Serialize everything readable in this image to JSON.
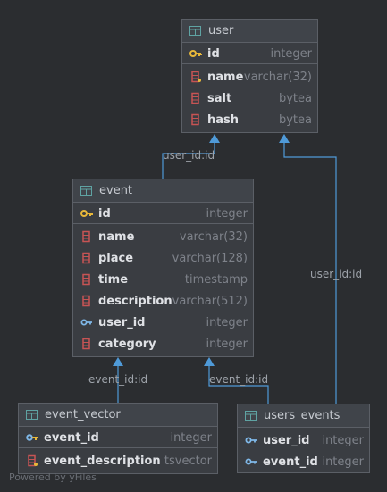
{
  "tables": {
    "user": {
      "name": "user",
      "pk": {
        "name": "id",
        "type": "integer"
      },
      "columns": [
        {
          "name": "name",
          "type": "varchar(32)"
        },
        {
          "name": "salt",
          "type": "bytea"
        },
        {
          "name": "hash",
          "type": "bytea"
        }
      ]
    },
    "event": {
      "name": "event",
      "pk": {
        "name": "id",
        "type": "integer"
      },
      "columns": [
        {
          "name": "name",
          "type": "varchar(32)"
        },
        {
          "name": "place",
          "type": "varchar(128)"
        },
        {
          "name": "time",
          "type": "timestamp"
        },
        {
          "name": "description",
          "type": "varchar(512)"
        },
        {
          "name": "user_id",
          "type": "integer"
        },
        {
          "name": "category",
          "type": "integer"
        }
      ]
    },
    "event_vector": {
      "name": "event_vector",
      "pk": {
        "name": "event_id",
        "type": "integer"
      },
      "columns": [
        {
          "name": "event_description",
          "type": "tsvector"
        }
      ]
    },
    "users_events": {
      "name": "users_events",
      "columns": [
        {
          "name": "user_id",
          "type": "integer"
        },
        {
          "name": "event_id",
          "type": "integer"
        }
      ]
    }
  },
  "edges": {
    "event_user": "user_id:id",
    "users_events_user": "user_id:id",
    "event_vector_event": "event_id:id",
    "users_events_event": "event_id:id"
  },
  "footer": "Powered by yFiles",
  "colors": {
    "edge": "#4f9ad8",
    "key_gold": "#e8b83a",
    "fk_blue": "#7fb8e8",
    "column_red": "#c75454",
    "table_icon": "#5fa3a3"
  }
}
